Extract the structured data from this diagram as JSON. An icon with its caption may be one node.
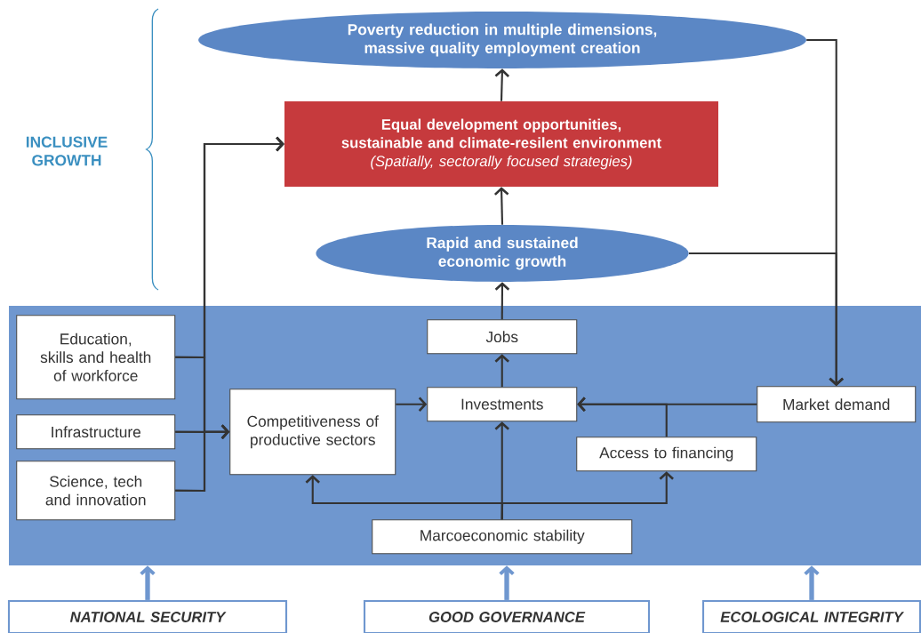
{
  "diagram": {
    "nodes": [
      {
        "text": [
          "Poverty reduction in multiple dimensions, massive quality employment creation"
        ]
      },
      {
        "text": [
          "Equal development opportunities, sustainable and climate-resilent environment",
          "(Spatially, sectorally focused strategies)"
        ]
      },
      {
        "text": [
          "Rapid and sustained economic growth"
        ]
      },
      {
        "text": [],
        "shape": "box"
      },
      {
        "text": [
          "Jobs"
        ],
        "in": 3
      },
      {
        "text": [
          "Education, skills and health of workforce"
        ],
        "in": 3
      },
      {
        "text": [
          "Competitiveness of productive sectors"
        ],
        "in": 3
      },
      {
        "text": [
          "Investments"
        ],
        "in": 3
      },
      {
        "text": [
          "Market demand"
        ],
        "in": 3
      },
      {
        "text": [
          "Infrastructure"
        ],
        "in": 3
      },
      {
        "text": [
          "Access to financing"
        ],
        "in": 3
      },
      {
        "text": [
          "Science, tech and innovation"
        ],
        "in": 3
      },
      {
        "text": [
          "Marcoeconomic stability"
        ],
        "in": 3
      },
      {
        "text": [
          "NATIONAL SECURITY"
        ]
      },
      {
        "text": [
          "GOOD GOVERNANCE"
        ]
      },
      {
        "text": [
          "ECOLOGICAL INTEGRITY"
        ]
      }
    ],
    "edges": [
      {
        "from": 2,
        "to": 1,
        "arrow": "to"
      },
      {
        "from": 1,
        "to": 0,
        "arrow": "to"
      },
      {
        "from": 4,
        "to": 2,
        "arrow": "to"
      },
      {
        "from": 7,
        "to": 4,
        "arrow": "to"
      },
      {
        "from": 5,
        "to": 1,
        "arrow": "to"
      },
      {
        "from": 9,
        "to": 1,
        "arrow": "to"
      },
      {
        "from": 11,
        "to": 1,
        "arrow": "to"
      },
      {
        "from": 5,
        "to": 6,
        "arrow": "to"
      },
      {
        "from": 9,
        "to": 6,
        "arrow": "to"
      },
      {
        "from": 11,
        "to": 6,
        "arrow": "to"
      },
      {
        "from": 6,
        "to": 7,
        "arrow": "to"
      },
      {
        "from": 8,
        "to": 7,
        "arrow": "to"
      },
      {
        "from": 10,
        "to": 7,
        "arrow": "to"
      },
      {
        "from": 12,
        "to": 7,
        "arrow": "to"
      },
      {
        "from": 12,
        "to": 6,
        "arrow": "to"
      },
      {
        "from": 12,
        "to": 10,
        "arrow": "to"
      },
      {
        "from": 0,
        "to": 8,
        "arrow": "to"
      },
      {
        "from": 2,
        "to": 8,
        "arrow": "to"
      },
      {
        "from": 13,
        "to": 3,
        "arrow": "to",
        "style": "thick",
        "color": "#6f97cf"
      },
      {
        "from": 14,
        "to": 3,
        "arrow": "to",
        "style": "thick",
        "color": "#6f97cf"
      },
      {
        "from": 15,
        "to": 3,
        "arrow": "to",
        "style": "thick",
        "color": "#6f97cf"
      }
    ],
    "labels": [
      "INCLUSIVE GROWTH"
    ]
  }
}
